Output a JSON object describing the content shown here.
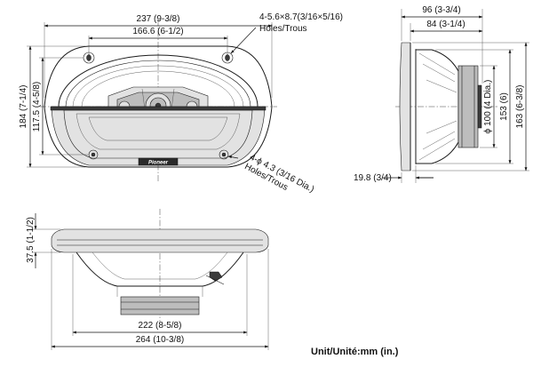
{
  "front_view": {
    "width_outer": "237 (9-3/8)",
    "width_inner": "166.6 (6-1/2)",
    "mount_holes_line1": "4-5.6×8.7(3/16×5/16)",
    "mount_holes_line2": "Holes/Trous",
    "height_outer": "184 (7-1/4)",
    "height_inner": "117.5 (4-5/8)",
    "grille_holes_line1": "4-ϕ 4.3 (3/16 Dia.)",
    "grille_holes_line2": "Holes/Trous",
    "brand_logo": "Pioneer"
  },
  "side_view": {
    "depth_total": "96 (3-3/4)",
    "depth_mount": "84 (3-1/4)",
    "magnet_dia": "ϕ 100 (4 Dia.)",
    "height_inner": "153 (6)",
    "height_outer": "163 (6-3/8)",
    "flange_thickness": "19.8 (3/4)"
  },
  "bottom_view": {
    "height": "37.5 (1-1/2)",
    "width_inner": "222 (8-5/8)",
    "width_outer": "264 (10-3/8)"
  },
  "footer": {
    "unit_label": "Unit/Unité:mm (in.)"
  }
}
